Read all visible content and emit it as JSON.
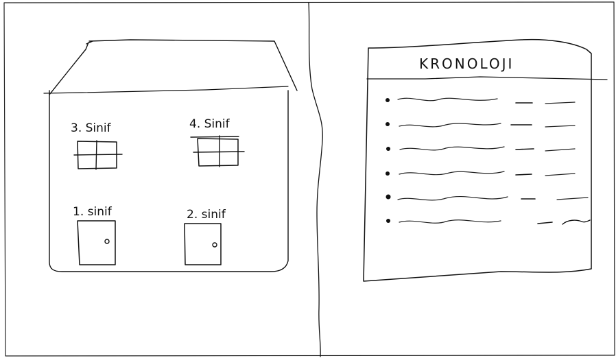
{
  "school": {
    "rooms": [
      {
        "id": "room-3",
        "label": "3. Sinif",
        "kind": "window"
      },
      {
        "id": "room-4",
        "label": "4. Sinif",
        "kind": "window"
      },
      {
        "id": "room-1",
        "label": "1. sinif",
        "kind": "door"
      },
      {
        "id": "room-2",
        "label": "2. sinif",
        "kind": "door"
      }
    ]
  },
  "chronology": {
    "title": "KRONOLOJI",
    "entries": 6
  }
}
